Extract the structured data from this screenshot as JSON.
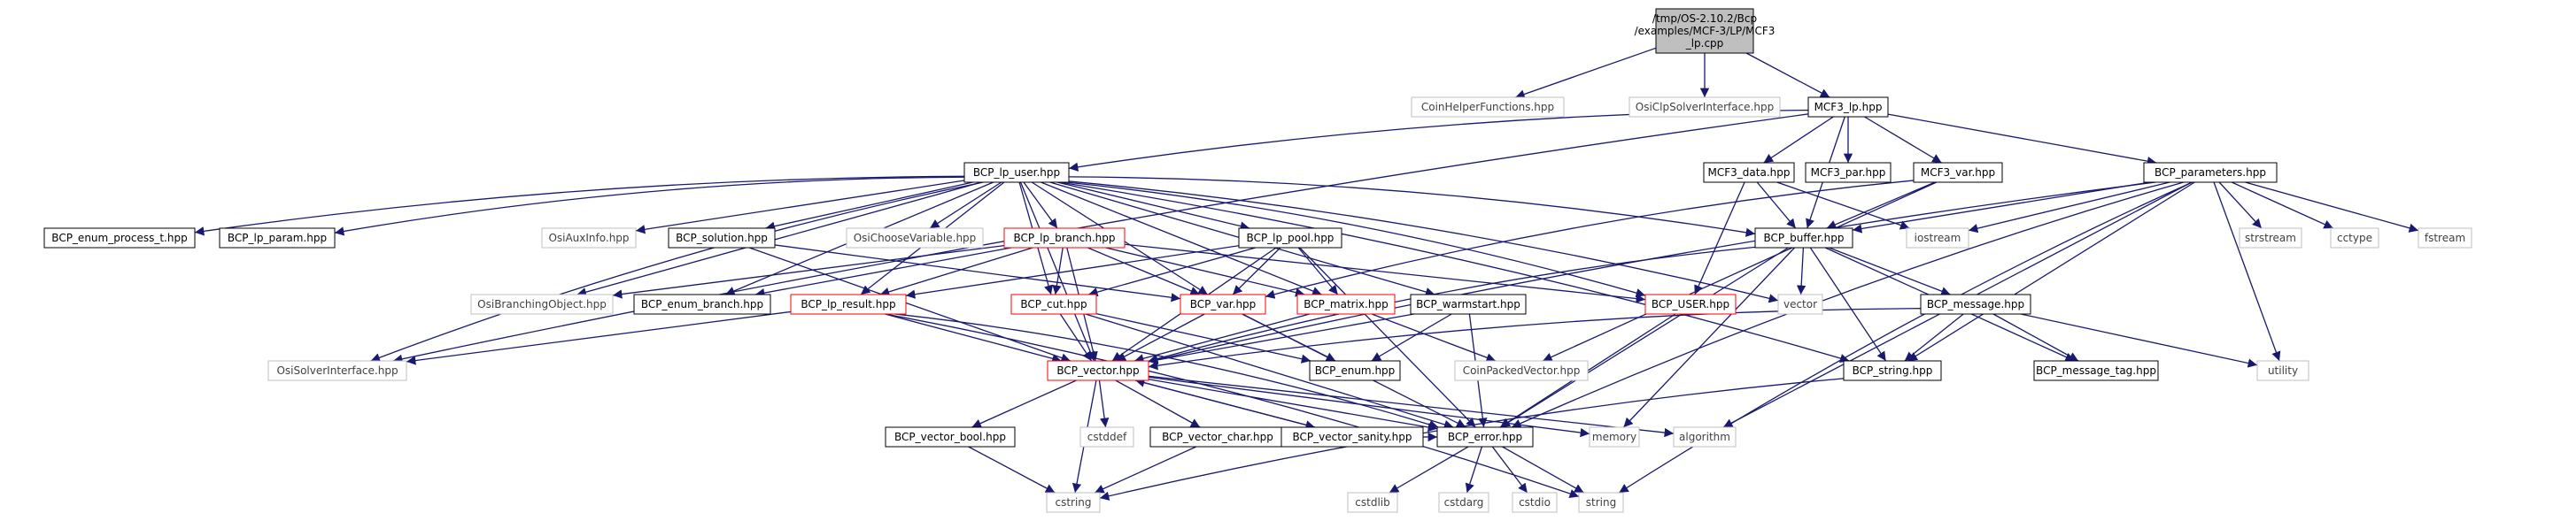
{
  "colors": {
    "edge": "#191970",
    "root_fill": "#bfbfbf",
    "normal_border": "#000000",
    "red_border": "#ff0000",
    "system_border": "#bfbfbf",
    "system_text": "#404040",
    "text": "#000000"
  },
  "nodes": [
    {
      "id": "root",
      "label": "/tmp/OS-2.10.2/Bcp\n/examples/MCF-3/LP/MCF3\n_lp.cpp",
      "kind": "root"
    },
    {
      "id": "coinhelper",
      "label": "CoinHelperFunctions.hpp",
      "kind": "system"
    },
    {
      "id": "osiclp",
      "label": "OsiClpSolverInterface.hpp",
      "kind": "system"
    },
    {
      "id": "mcf3lp",
      "label": "MCF3_lp.hpp",
      "kind": "normal"
    },
    {
      "id": "bcplpuser",
      "label": "BCP_lp_user.hpp",
      "kind": "normal"
    },
    {
      "id": "mcf3data",
      "label": "MCF3_data.hpp",
      "kind": "normal"
    },
    {
      "id": "mcf3par",
      "label": "MCF3_par.hpp",
      "kind": "normal"
    },
    {
      "id": "mcf3var",
      "label": "MCF3_var.hpp",
      "kind": "normal"
    },
    {
      "id": "bcpparams",
      "label": "BCP_parameters.hpp",
      "kind": "normal"
    },
    {
      "id": "enumproc",
      "label": "BCP_enum_process_t.hpp",
      "kind": "normal"
    },
    {
      "id": "lpparam",
      "label": "BCP_lp_param.hpp",
      "kind": "normal"
    },
    {
      "id": "osiauxinfo",
      "label": "OsiAuxInfo.hpp",
      "kind": "system"
    },
    {
      "id": "bcpsolution",
      "label": "BCP_solution.hpp",
      "kind": "normal"
    },
    {
      "id": "osichoose",
      "label": "OsiChooseVariable.hpp",
      "kind": "system"
    },
    {
      "id": "lpbranch",
      "label": "BCP_lp_branch.hpp",
      "kind": "red"
    },
    {
      "id": "lppool",
      "label": "BCP_lp_pool.hpp",
      "kind": "normal"
    },
    {
      "id": "bcpbuffer",
      "label": "BCP_buffer.hpp",
      "kind": "normal"
    },
    {
      "id": "iostream",
      "label": "iostream",
      "kind": "system"
    },
    {
      "id": "strstream",
      "label": "strstream",
      "kind": "system"
    },
    {
      "id": "cctype",
      "label": "cctype",
      "kind": "system"
    },
    {
      "id": "fstream",
      "label": "fstream",
      "kind": "system"
    },
    {
      "id": "osibranching",
      "label": "OsiBranchingObject.hpp",
      "kind": "system"
    },
    {
      "id": "enumbranch",
      "label": "BCP_enum_branch.hpp",
      "kind": "normal"
    },
    {
      "id": "lpresult",
      "label": "BCP_lp_result.hpp",
      "kind": "red"
    },
    {
      "id": "bcpcut",
      "label": "BCP_cut.hpp",
      "kind": "red"
    },
    {
      "id": "bcpvar",
      "label": "BCP_var.hpp",
      "kind": "red"
    },
    {
      "id": "bcpmatrix",
      "label": "BCP_matrix.hpp",
      "kind": "red"
    },
    {
      "id": "warmstart",
      "label": "BCP_warmstart.hpp",
      "kind": "normal"
    },
    {
      "id": "bcpuser",
      "label": "BCP_USER.hpp",
      "kind": "red"
    },
    {
      "id": "vector",
      "label": "vector",
      "kind": "system"
    },
    {
      "id": "bcpmessage",
      "label": "BCP_message.hpp",
      "kind": "normal"
    },
    {
      "id": "osisolver",
      "label": "OsiSolverInterface.hpp",
      "kind": "system"
    },
    {
      "id": "bcpvectorhpp",
      "label": "BCP_vector.hpp",
      "kind": "red"
    },
    {
      "id": "bcpenum",
      "label": "BCP_enum.hpp",
      "kind": "normal"
    },
    {
      "id": "coinpacked",
      "label": "CoinPackedVector.hpp",
      "kind": "system"
    },
    {
      "id": "bcpstring",
      "label": "BCP_string.hpp",
      "kind": "normal"
    },
    {
      "id": "msgtag",
      "label": "BCP_message_tag.hpp",
      "kind": "normal"
    },
    {
      "id": "utility",
      "label": "utility",
      "kind": "system"
    },
    {
      "id": "vecbool",
      "label": "BCP_vector_bool.hpp",
      "kind": "normal"
    },
    {
      "id": "cstddef",
      "label": "cstddef",
      "kind": "system"
    },
    {
      "id": "vecchar",
      "label": "BCP_vector_char.hpp",
      "kind": "normal"
    },
    {
      "id": "vecsanity",
      "label": "BCP_vector_sanity.hpp",
      "kind": "normal"
    },
    {
      "id": "bcperror",
      "label": "BCP_error.hpp",
      "kind": "normal"
    },
    {
      "id": "memory",
      "label": "memory",
      "kind": "system"
    },
    {
      "id": "algorithm",
      "label": "algorithm",
      "kind": "system"
    },
    {
      "id": "cstring",
      "label": "cstring",
      "kind": "system"
    },
    {
      "id": "cstdlib",
      "label": "cstdlib",
      "kind": "system"
    },
    {
      "id": "cstdarg",
      "label": "cstdarg",
      "kind": "system"
    },
    {
      "id": "cstdio",
      "label": "cstdio",
      "kind": "system"
    },
    {
      "id": "string",
      "label": "string",
      "kind": "system"
    }
  ],
  "edges": [
    [
      "root",
      "coinhelper"
    ],
    [
      "root",
      "osiclp"
    ],
    [
      "root",
      "mcf3lp"
    ],
    [
      "mcf3lp",
      "bcplpuser"
    ],
    [
      "mcf3lp",
      "mcf3data"
    ],
    [
      "mcf3lp",
      "mcf3par"
    ],
    [
      "mcf3lp",
      "mcf3var"
    ],
    [
      "mcf3lp",
      "bcpparams"
    ],
    [
      "mcf3lp",
      "bcpbuffer"
    ],
    [
      "mcf3lp",
      "osisolver"
    ],
    [
      "bcplpuser",
      "enumproc"
    ],
    [
      "bcplpuser",
      "lpparam"
    ],
    [
      "bcplpuser",
      "osiauxinfo"
    ],
    [
      "bcplpuser",
      "bcpsolution"
    ],
    [
      "bcplpuser",
      "osichoose"
    ],
    [
      "bcplpuser",
      "lpbranch"
    ],
    [
      "bcplpuser",
      "lppool"
    ],
    [
      "bcplpuser",
      "bcpbuffer"
    ],
    [
      "bcplpuser",
      "osibranching"
    ],
    [
      "bcplpuser",
      "enumbranch"
    ],
    [
      "bcplpuser",
      "lpresult"
    ],
    [
      "bcplpuser",
      "bcpcut"
    ],
    [
      "bcplpuser",
      "bcpvar"
    ],
    [
      "bcplpuser",
      "bcpmatrix"
    ],
    [
      "bcplpuser",
      "warmstart"
    ],
    [
      "bcplpuser",
      "bcpuser"
    ],
    [
      "bcplpuser",
      "vector"
    ],
    [
      "bcplpuser",
      "osisolver"
    ],
    [
      "bcplpuser",
      "bcpvectorhpp"
    ],
    [
      "bcplpuser",
      "bcpstring"
    ],
    [
      "mcf3data",
      "bcpbuffer"
    ],
    [
      "mcf3data",
      "bcpuser"
    ],
    [
      "mcf3data",
      "iostream"
    ],
    [
      "mcf3var",
      "bcpbuffer"
    ],
    [
      "mcf3var",
      "bcpvar"
    ],
    [
      "mcf3var",
      "coinpacked"
    ],
    [
      "bcpparams",
      "bcpbuffer"
    ],
    [
      "bcpparams",
      "iostream"
    ],
    [
      "bcpparams",
      "strstream"
    ],
    [
      "bcpparams",
      "cctype"
    ],
    [
      "bcpparams",
      "fstream"
    ],
    [
      "bcpparams",
      "bcpstring"
    ],
    [
      "bcpparams",
      "bcpvectorhpp"
    ],
    [
      "bcpparams",
      "utility"
    ],
    [
      "bcpparams",
      "algorithm"
    ],
    [
      "bcpparams",
      "string"
    ],
    [
      "bcpparams",
      "bcperror"
    ],
    [
      "bcpsolution",
      "bcpvar"
    ],
    [
      "bcpsolution",
      "bcpvectorhpp"
    ],
    [
      "lpbranch",
      "osibranching"
    ],
    [
      "lpbranch",
      "enumbranch"
    ],
    [
      "lpbranch",
      "lpresult"
    ],
    [
      "lpbranch",
      "bcpcut"
    ],
    [
      "lpbranch",
      "bcpvar"
    ],
    [
      "lpbranch",
      "bcpmatrix"
    ],
    [
      "lpbranch",
      "bcpvectorhpp"
    ],
    [
      "lpbranch",
      "bcpuser"
    ],
    [
      "lppool",
      "lpresult"
    ],
    [
      "lppool",
      "bcpcut"
    ],
    [
      "lppool",
      "bcpvar"
    ],
    [
      "lppool",
      "bcpmatrix"
    ],
    [
      "lppool",
      "bcpvectorhpp"
    ],
    [
      "lppool",
      "bcperror"
    ],
    [
      "bcpbuffer",
      "bcpmessage"
    ],
    [
      "bcpbuffer",
      "vector"
    ],
    [
      "bcpbuffer",
      "bcpstring"
    ],
    [
      "bcpbuffer",
      "bcpvectorhpp"
    ],
    [
      "bcpbuffer",
      "msgtag"
    ],
    [
      "bcpbuffer",
      "bcperror"
    ],
    [
      "bcpbuffer",
      "memory"
    ],
    [
      "lpresult",
      "osisolver"
    ],
    [
      "lpresult",
      "bcpvectorhpp"
    ],
    [
      "lpresult",
      "bcperror"
    ],
    [
      "lpresult",
      "string"
    ],
    [
      "bcpcut",
      "bcpvectorhpp"
    ],
    [
      "bcpcut",
      "bcpenum"
    ],
    [
      "bcpcut",
      "bcperror"
    ],
    [
      "bcpvar",
      "bcpvectorhpp"
    ],
    [
      "bcpvar",
      "bcpenum"
    ],
    [
      "bcpvar",
      "bcperror"
    ],
    [
      "bcpmatrix",
      "bcpvectorhpp"
    ],
    [
      "bcpmatrix",
      "coinpacked"
    ],
    [
      "warmstart",
      "bcpvectorhpp"
    ],
    [
      "warmstart",
      "bcpenum"
    ],
    [
      "warmstart",
      "bcperror"
    ],
    [
      "bcpuser",
      "bcperror"
    ],
    [
      "bcpmessage",
      "bcpstring"
    ],
    [
      "bcpmessage",
      "msgtag"
    ],
    [
      "bcpmessage",
      "utility"
    ],
    [
      "bcpmessage",
      "bcpvectorhpp"
    ],
    [
      "bcpvectorhpp",
      "vecbool"
    ],
    [
      "bcpvectorhpp",
      "cstddef"
    ],
    [
      "bcpvectorhpp",
      "vecchar"
    ],
    [
      "bcpvectorhpp",
      "vecsanity"
    ],
    [
      "bcpvectorhpp",
      "bcperror"
    ],
    [
      "bcpvectorhpp",
      "memory"
    ],
    [
      "bcpvectorhpp",
      "algorithm"
    ],
    [
      "bcpvectorhpp",
      "cstring"
    ],
    [
      "vecbool",
      "cstring"
    ],
    [
      "vecchar",
      "cstring"
    ],
    [
      "vecsanity",
      "bcpvectorhpp"
    ],
    [
      "vecsanity",
      "bcperror"
    ],
    [
      "bcperror",
      "cstdlib"
    ],
    [
      "bcperror",
      "cstdarg"
    ],
    [
      "bcperror",
      "cstdio"
    ],
    [
      "bcperror",
      "string"
    ],
    [
      "bcpstring",
      "cstring"
    ]
  ]
}
